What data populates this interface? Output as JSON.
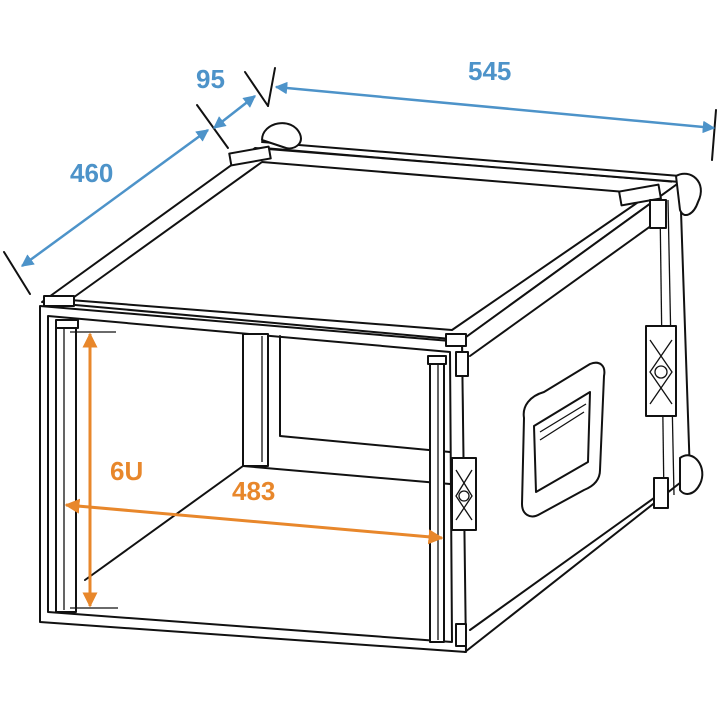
{
  "diagram": {
    "subject": "6U rack flight case",
    "colors": {
      "outline": "#111111",
      "external_dimension": "#4d93c9",
      "internal_dimension": "#e8872b",
      "background": "#ffffff"
    },
    "external_dimensions": {
      "depth": {
        "label": "460"
      },
      "lid_depth": {
        "label": "95"
      },
      "width": {
        "label": "545"
      }
    },
    "internal_dimensions": {
      "rack_height": {
        "label": "6U"
      },
      "rack_width": {
        "label": "483"
      }
    }
  }
}
